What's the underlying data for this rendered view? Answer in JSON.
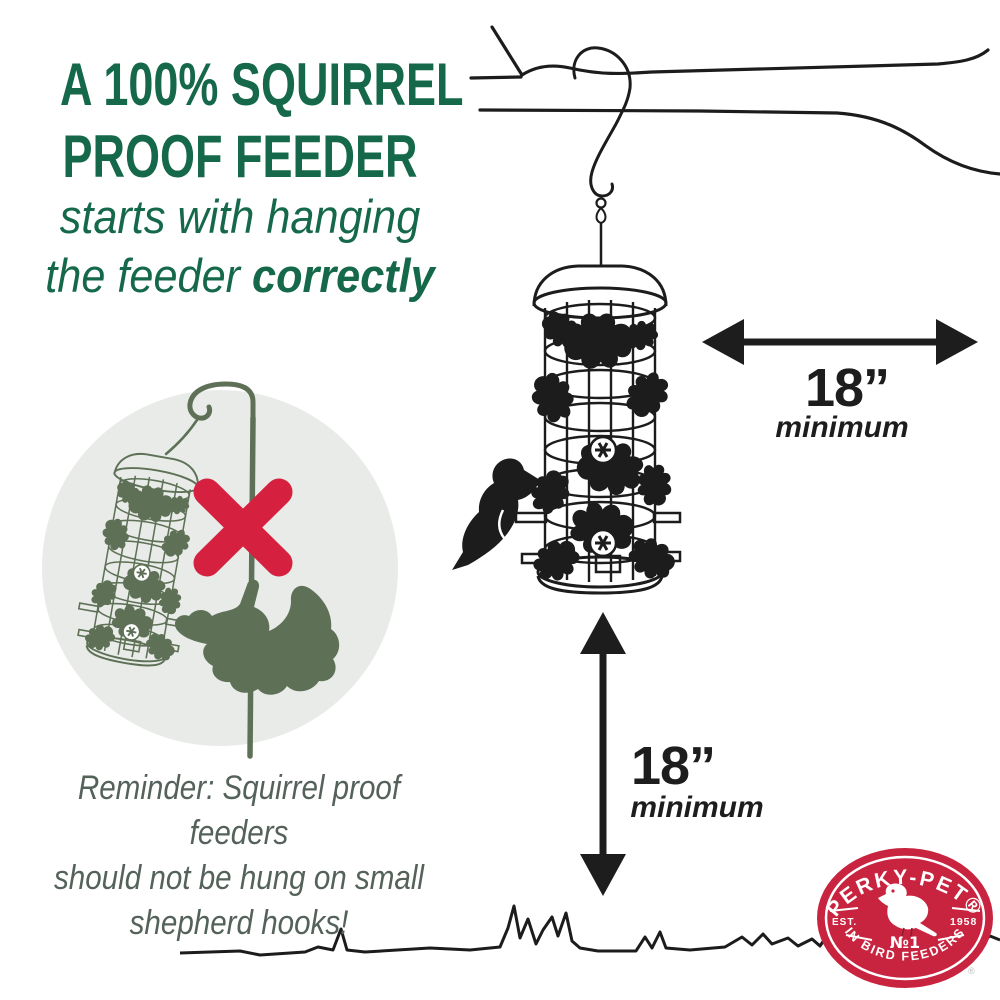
{
  "header": {
    "title_line1": "A 100% SQUIRREL",
    "title_line2": "PROOF FEEDER",
    "subtitle_line1": "starts with hanging",
    "subtitle_line2_prefix": "the feeder ",
    "subtitle_line2_emphasis": "correctly"
  },
  "diagram": {
    "horizontal_clearance": {
      "value": "18”",
      "qualifier": "minimum"
    },
    "vertical_clearance": {
      "value": "18”",
      "qualifier": "minimum"
    }
  },
  "warning": {
    "line1": "Reminder: Squirrel proof feeders",
    "line2": "should not be hung on small",
    "line3": "shepherd hooks!"
  },
  "logo": {
    "brand": "PERKY-PET®",
    "est_label": "EST.",
    "est_year": "1958",
    "rank": "№1",
    "tagline": "IN BIRD FEEDERS",
    "registered": "®"
  },
  "icons": {
    "tree_branch": "tree-branch-icon",
    "s_hook": "s-hook-icon",
    "feeder": "caged-bird-feeder-icon",
    "bird": "perched-bird-icon",
    "shepherd_hook": "shepherd-hook-icon",
    "squirrel": "climbing-squirrel-icon",
    "x_mark": "x-mark-icon",
    "horizontal_arrow": "horizontal-double-arrow-icon",
    "vertical_arrow": "vertical-double-arrow-icon",
    "grass": "ground-line-icon",
    "logo_bird": "logo-bird-icon"
  },
  "colors": {
    "brand_green": "#15694a",
    "muted_green_text": "#54625a",
    "line_art_black": "#1c1c1c",
    "sage_green": "#5e7157",
    "circle_background": "#e8ebe7",
    "x_red": "#d6203f",
    "logo_red": "#c8243f"
  }
}
